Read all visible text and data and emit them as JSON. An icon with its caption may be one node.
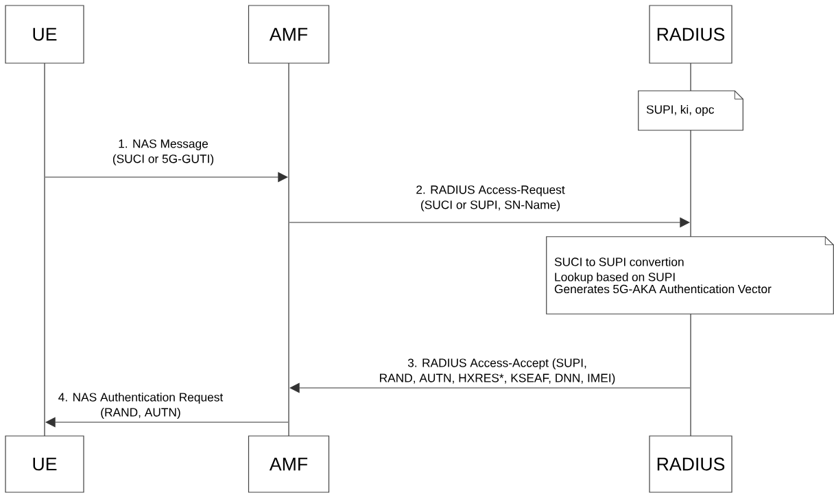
{
  "diagram": {
    "nodes": [
      {
        "text": [
          "UE"
        ]
      },
      {
        "text": [
          "AMF"
        ]
      },
      {
        "text": [
          "RADIUS"
        ]
      },
      {
        "text": [],
        "shape": "line"
      },
      {
        "text": [],
        "shape": "line"
      },
      {
        "text": [],
        "shape": "line"
      },
      {
        "text": [
          "SUPI, ki, opc"
        ]
      },
      {
        "text": [
          "SUCI to SUPI convertion",
          "Lookup based on SUPI",
          "Generates 5G-AKA Authentication Vector"
        ]
      },
      {
        "text": [
          "UE"
        ]
      },
      {
        "text": [
          "AMF"
        ]
      },
      {
        "text": [
          "RADIUS"
        ]
      }
    ],
    "edges": [
      {
        "from": 3,
        "to": 4,
        "arrow": "to",
        "label": "1. NAS Message (SUCI or 5G-GUTI)"
      },
      {
        "from": 4,
        "to": 5,
        "arrow": "to",
        "label": "2. RADIUS Access-Request (SUCI or SUPI, SN-Name)"
      },
      {
        "from": 5,
        "to": 4,
        "arrow": "to",
        "label": "3. RADIUS Access-Accept (SUPI, RAND, AUTN, HXRES*, KSEAF, DNN, IMEI)"
      },
      {
        "from": 4,
        "to": 3,
        "arrow": "to",
        "label": "4. NAS Authentication Request (RAND, AUTN)"
      }
    ]
  }
}
